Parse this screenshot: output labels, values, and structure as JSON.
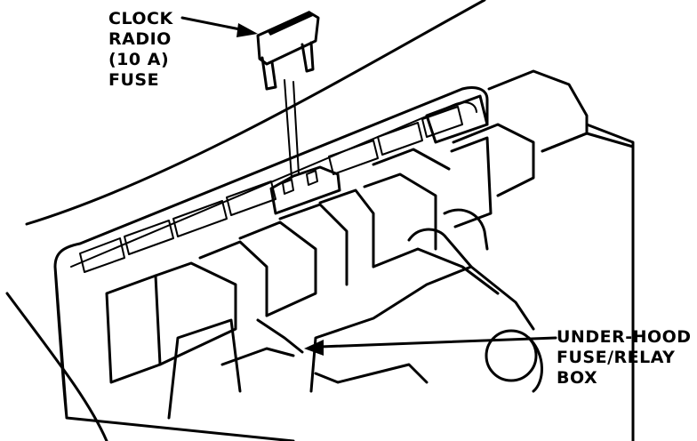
{
  "labels": {
    "fuse": [
      "CLOCK",
      "RADIO",
      "(10 A)",
      "FUSE"
    ],
    "box": [
      "UNDER-HOOD",
      "FUSE/RELAY",
      "BOX"
    ]
  },
  "colors": {
    "ink": "#000000",
    "paper": "#ffffff"
  }
}
